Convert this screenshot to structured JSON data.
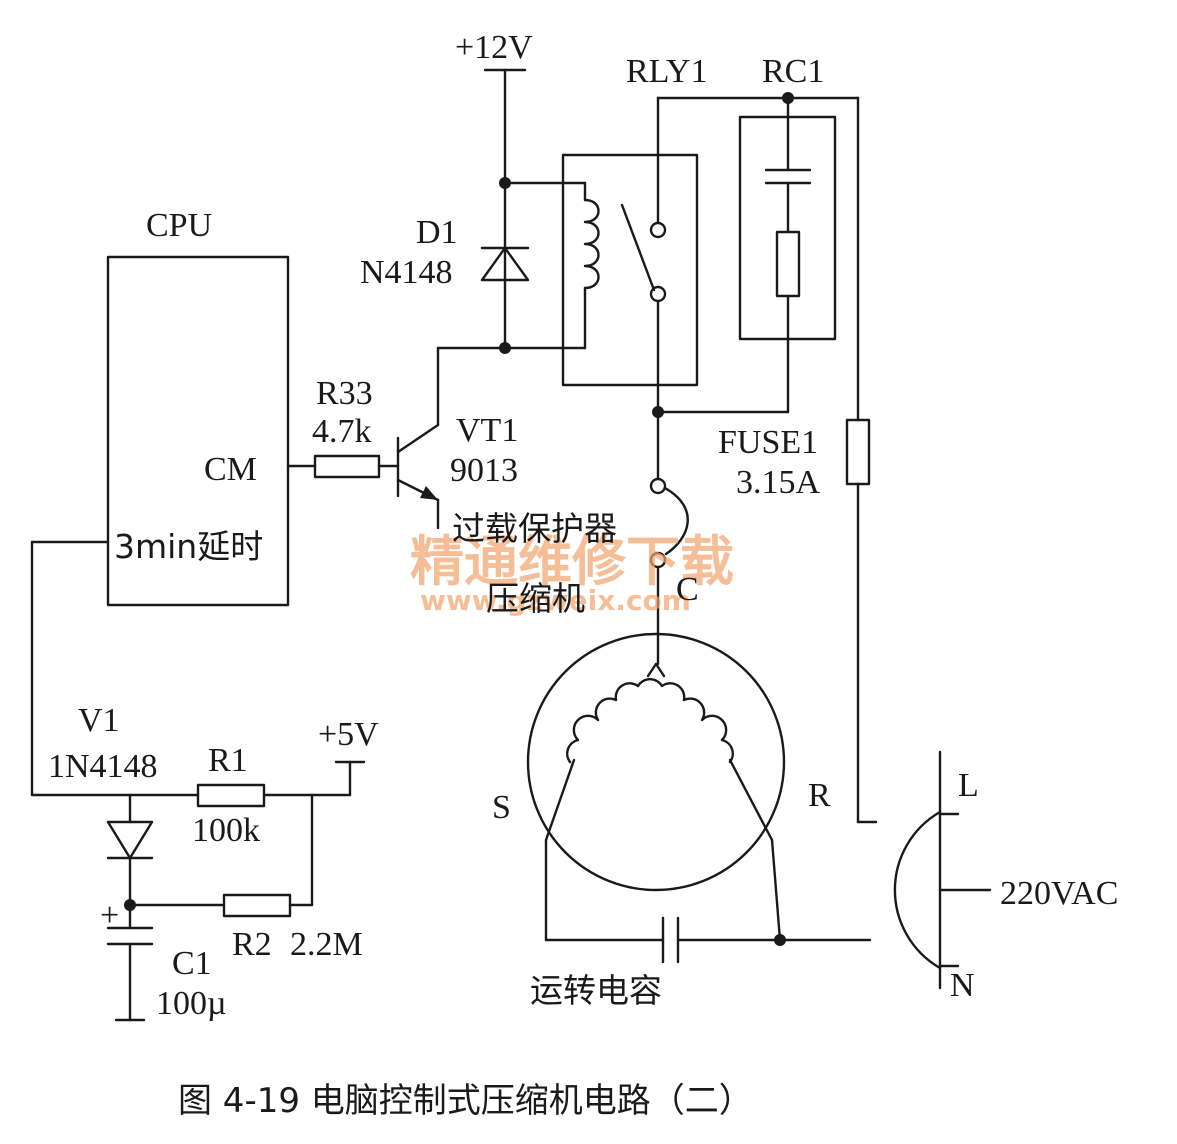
{
  "labels": {
    "v12": "+12V",
    "rly1": "RLY1",
    "rc1": "RC1",
    "cpu": "CPU",
    "d1_name": "D1",
    "d1_part": "N4148",
    "r33_name": "R33",
    "r33_value": "4.7k",
    "vt1_name": "VT1",
    "vt1_part": "9013",
    "cm": "CM",
    "delay": "3min延时",
    "overload": "过载保护器",
    "compressor": "压缩机",
    "terminal_c": "C",
    "fuse_name": "FUSE1",
    "fuse_value": "3.15A",
    "v1_name": "V1",
    "v1_part": "1N4148",
    "r1_name": "R1",
    "r1_value": "100k",
    "v5": "+5V",
    "terminal_s": "S",
    "terminal_r": "R",
    "line_l": "L",
    "ac": "220VAC",
    "line_n": "N",
    "c1_name": "C1",
    "c1_value": "100µ",
    "r2_name": "R2",
    "r2_value": "2.2M",
    "run_cap": "运转电容",
    "cap_plus": "+"
  },
  "caption": "图 4-19   电脑控制式压缩机电路（二）",
  "watermark": {
    "title": "精通维修下载",
    "url": "www.gzweix.com"
  },
  "colors": {
    "ink": "#1a1a1a",
    "watermark": "#f2a36a"
  }
}
